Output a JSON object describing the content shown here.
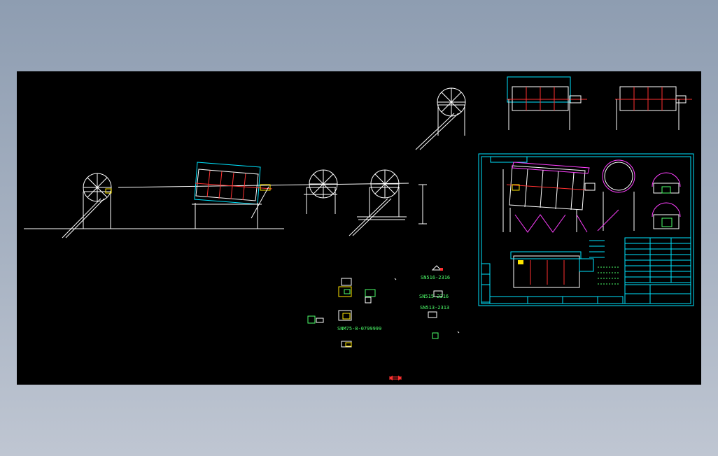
{
  "colors": {
    "background_top": "#8e9db1",
    "background_bottom": "#bfc6d2",
    "model_space": "#000000",
    "line_white": "#ffffff",
    "line_cyan": "#00e5ff",
    "line_yellow": "#ffe600",
    "line_red": "#ff3030",
    "line_magenta": "#ff40ff",
    "text_green": "#4dff6a"
  },
  "annotations": {
    "label_1": "SN516-2316",
    "label_2": "SN515-2316",
    "label_3": "SN513-2313",
    "label_4": "SNM75-8-0799999"
  },
  "icons": {
    "ucs": "ucs-icon"
  }
}
